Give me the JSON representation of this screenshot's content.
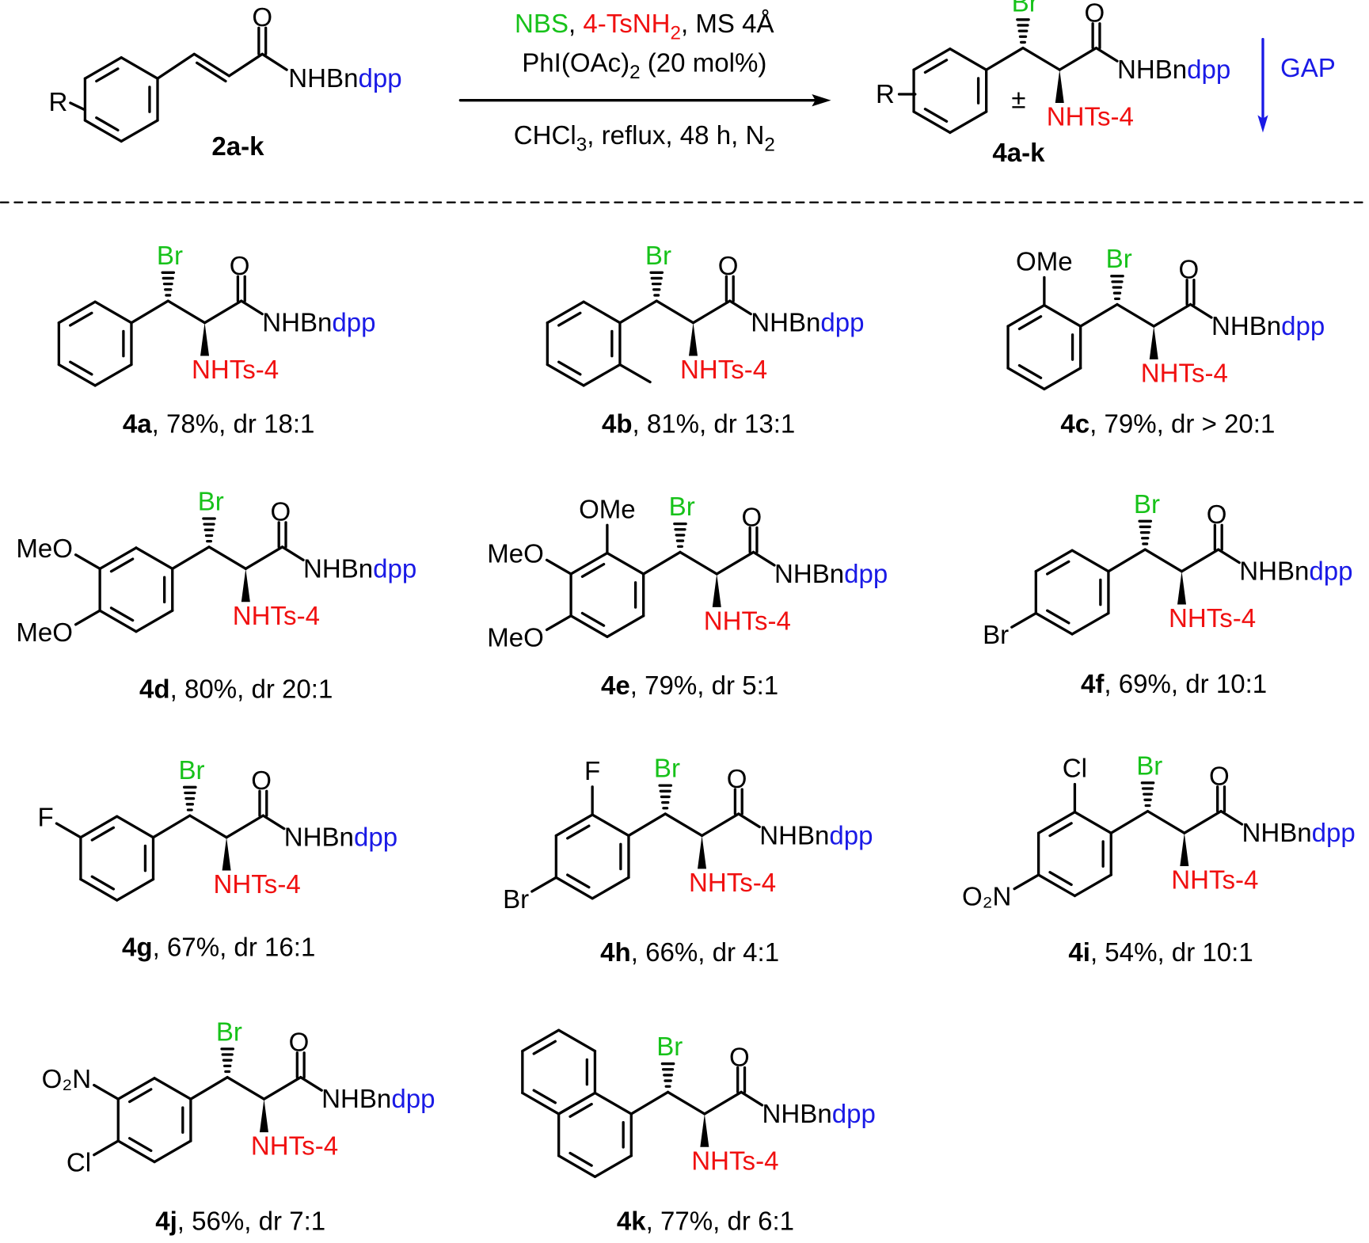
{
  "colors": {
    "bromine": "#17c21a",
    "sulfonamide": "#f01010",
    "auxiliary": "#1a1ae6"
  },
  "labels": {
    "br": "Br",
    "o": "O",
    "amide": "NHBn",
    "dpp": "dpp",
    "nhts": "NHTs-4",
    "r": "R",
    "pm": "±"
  },
  "header": {
    "reactant_label": "2a-k",
    "product_label": "4a-k",
    "reagents": {
      "nbs": "NBS",
      "sep1": ", ",
      "tsnh": "4-TsNH",
      "tsnh_sub": "2",
      "ms": ", MS 4Å"
    },
    "catalyst": {
      "main": "PhI(OAc)",
      "sub": "2",
      "rest": " (20 mol%)"
    },
    "conditions": {
      "main": "CHCl",
      "sub1": "3",
      "mid": ", reflux, 48 h, N",
      "sub2": "2"
    },
    "gap_label": "GAP"
  },
  "compounds": [
    {
      "id": "4a",
      "detail": ", 78%, dr 18:1",
      "subs": []
    },
    {
      "id": "4b",
      "detail": ", 81%, dr 13:1",
      "subs": [
        {
          "pos": "lr",
          "text": ""
        }
      ]
    },
    {
      "id": "4c",
      "detail": ", 79%, dr > 20:1",
      "subs": [
        {
          "pos": "top",
          "text": "OMe"
        }
      ]
    },
    {
      "id": "4d",
      "detail": ", 80%, dr 20:1",
      "subs": [
        {
          "pos": "ul",
          "text": "MeO"
        },
        {
          "pos": "ll",
          "text": "MeO"
        }
      ]
    },
    {
      "id": "4e",
      "detail": ", 79%, dr 5:1",
      "subs": [
        {
          "pos": "top",
          "text": "OMe"
        },
        {
          "pos": "ul",
          "text": "MeO"
        },
        {
          "pos": "ll",
          "text": "MeO"
        }
      ]
    },
    {
      "id": "4f",
      "detail": ", 69%, dr 10:1",
      "subs": [
        {
          "pos": "ll",
          "text": "Br"
        }
      ]
    },
    {
      "id": "4g",
      "detail": ", 67%, dr 16:1",
      "subs": [
        {
          "pos": "ul",
          "text": "F"
        }
      ]
    },
    {
      "id": "4h",
      "detail": ", 66%, dr 4:1",
      "subs": [
        {
          "pos": "top",
          "text": "F"
        },
        {
          "pos": "ll",
          "text": "Br"
        }
      ]
    },
    {
      "id": "4i",
      "detail": ", 54%, dr 10:1",
      "subs": [
        {
          "pos": "top",
          "text": "Cl"
        },
        {
          "pos": "ll",
          "text": "O₂N"
        }
      ]
    },
    {
      "id": "4j",
      "detail": ", 56%, dr 7:1",
      "subs": [
        {
          "pos": "ul",
          "text": "O₂N"
        },
        {
          "pos": "ll",
          "text": "Cl"
        }
      ]
    },
    {
      "id": "4k",
      "detail": ", 77%, dr 6:1",
      "subs": [],
      "naphthyl": true
    }
  ]
}
